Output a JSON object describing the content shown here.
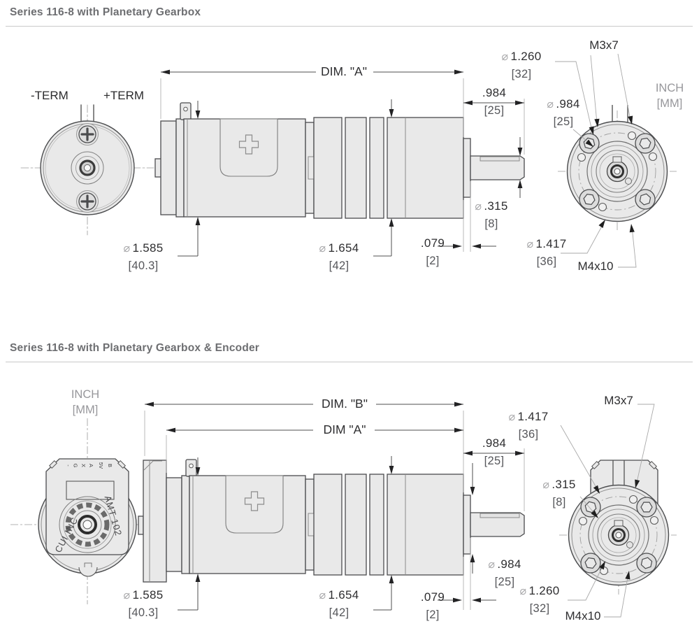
{
  "symbols": {
    "diameter": "⌀"
  },
  "units": {
    "inch": "INCH",
    "mm": "[MM]"
  },
  "colors": {
    "body_fill": "#e9e9e9",
    "outline": "#4b4c4e",
    "title": "#6d6e71"
  },
  "section1": {
    "title": "Series 116-8 with Planetary Gearbox",
    "front_view": {
      "neg_term": "-TERM",
      "pos_term": "+TERM"
    },
    "dims": {
      "dim_a": "DIM. \"A\"",
      "shaft_length": {
        "in": ".984",
        "mm": "[25]"
      },
      "shaft_dia": {
        "in": ".315",
        "mm": "[8]"
      },
      "boss_width": {
        "in": ".079",
        "mm": "[2]"
      },
      "motor_dia": {
        "in": "1.585",
        "mm": "[40.3]"
      },
      "gearbox_dia": {
        "in": "1.654",
        "mm": "[42]"
      },
      "m3_circle_dia": {
        "in": "1.260",
        "mm": "[32]"
      },
      "pilot_dia": {
        "in": ".984",
        "mm": "[25]"
      },
      "m4_circle_dia": {
        "in": "1.417",
        "mm": "[36]"
      },
      "m3_thread": "M3x7",
      "m4_thread": "M4x10"
    }
  },
  "section2": {
    "title": "Series 116-8 with Planetary Gearbox & Encoder",
    "encoder": {
      "brand": "CUI INC",
      "model": "AMT 102",
      "pins": [
        "-",
        "G",
        "X",
        "A",
        "5V",
        "B"
      ]
    },
    "dims": {
      "dim_b": "DIM. \"B\"",
      "dim_a": "DIM \"A\"",
      "shaft_length": {
        "in": ".984",
        "mm": "[25]"
      },
      "pilot_dia": {
        "in": ".984",
        "mm": "[25]"
      },
      "boss_width": {
        "in": ".079",
        "mm": "[2]"
      },
      "motor_dia": {
        "in": "1.585",
        "mm": "[40.3]"
      },
      "gearbox_dia": {
        "in": "1.654",
        "mm": "[42]"
      },
      "m4_circle_dia": {
        "in": "1.417",
        "mm": "[36]"
      },
      "shaft_dia": {
        "in": ".315",
        "mm": "[8]"
      },
      "m3_circle_dia": {
        "in": "1.260",
        "mm": "[32]"
      },
      "m3_thread": "M3x7",
      "m4_thread": "M4x10"
    }
  }
}
